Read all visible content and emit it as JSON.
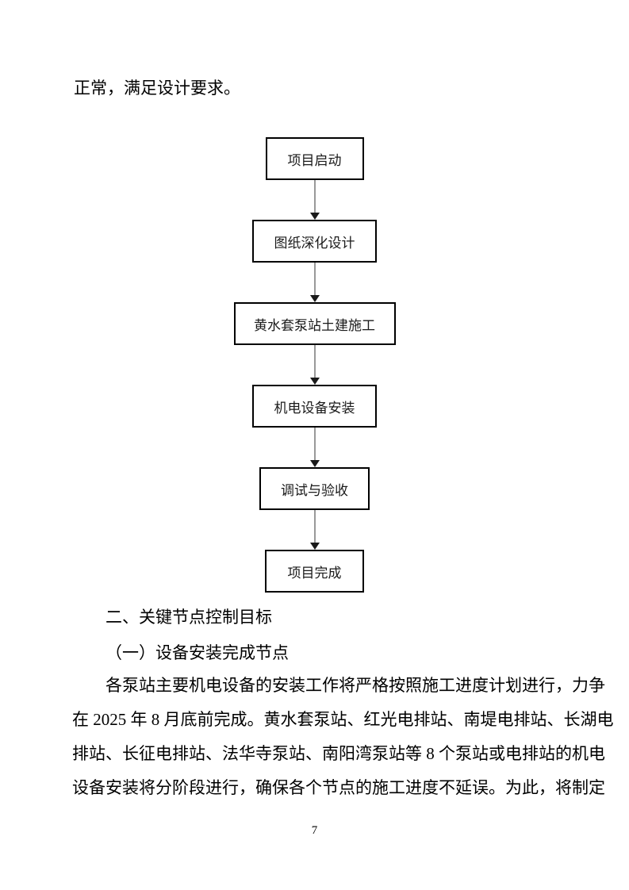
{
  "document": {
    "intro_text": "正常，满足设计要求。",
    "section_heading": "二、关键节点控制目标",
    "subsection_heading": "（一）设备安装完成节点",
    "page_number": "7"
  },
  "flowchart": {
    "steps": [
      {
        "label": "项目启动"
      },
      {
        "label": "图纸深化设计"
      },
      {
        "label": "黄水套泵站土建施工"
      },
      {
        "label": "机电设备安装"
      },
      {
        "label": "调试与验收"
      },
      {
        "label": "项目完成"
      }
    ]
  },
  "paragraph": {
    "lines": [
      "各泵站主要机电设备的安装工作将严格按照施工进度计划进行，力争",
      "在 2025 年 8 月底前完成。黄水套泵站、红光电排站、南堤电排站、长湖电",
      "排站、长征电排站、法华寺泵站、南阳湾泵站等 8 个泵站或电排站的机电",
      "设备安装将分阶段进行，确保各个节点的施工进度不延误。为此，将制定"
    ]
  },
  "colors": {
    "text": "#000000",
    "box_border": "#000000",
    "arrow_line": "#999999",
    "arrow_head": "#1a1a1a",
    "page_background": "#ffffff"
  }
}
